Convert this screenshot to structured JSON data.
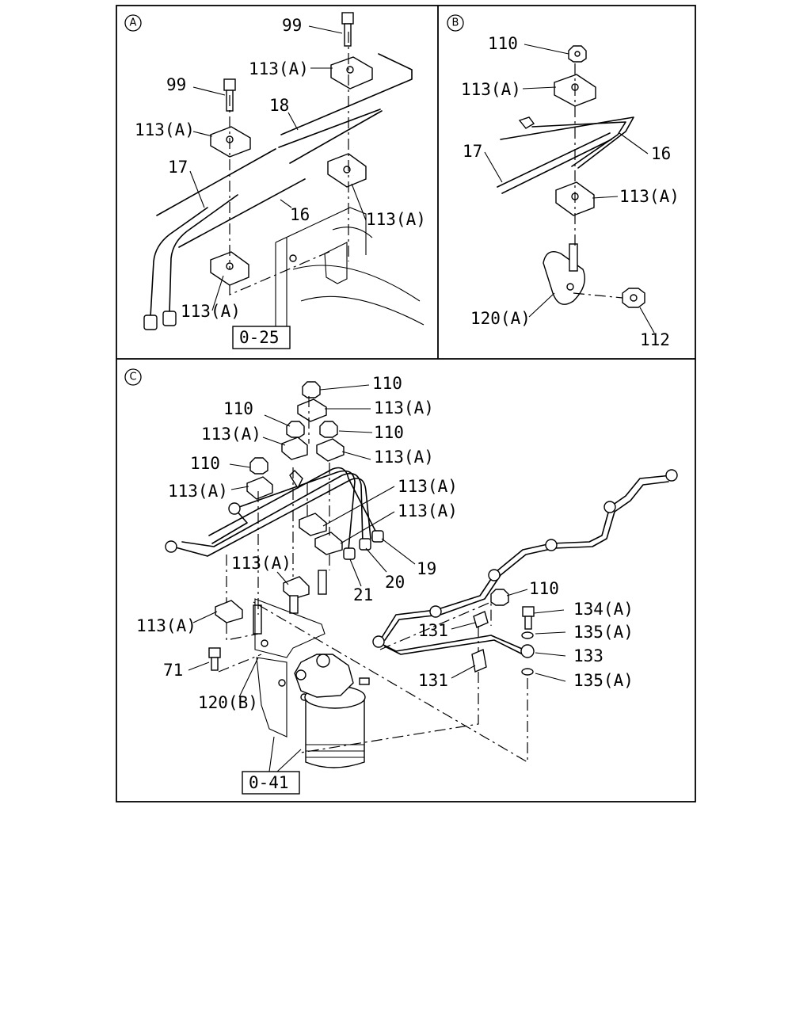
{
  "sections": [
    {
      "id": "A",
      "letter": "A"
    },
    {
      "id": "B",
      "letter": "B"
    },
    {
      "id": "C",
      "letter": "C"
    }
  ],
  "refs": {
    "a": "0-25",
    "c": "0-41"
  },
  "labels": {
    "a": [
      {
        "text": "99"
      },
      {
        "text": "113(A)"
      },
      {
        "text": "99"
      },
      {
        "text": "18"
      },
      {
        "text": "113(A)"
      },
      {
        "text": "17"
      },
      {
        "text": "16"
      },
      {
        "text": "113(A)"
      },
      {
        "text": "113(A)"
      }
    ],
    "b": [
      {
        "text": "110"
      },
      {
        "text": "113(A)"
      },
      {
        "text": "17"
      },
      {
        "text": "16"
      },
      {
        "text": "113(A)"
      },
      {
        "text": "120(A)"
      },
      {
        "text": "112"
      }
    ],
    "c": [
      {
        "text": "110"
      },
      {
        "text": "110"
      },
      {
        "text": "113(A)"
      },
      {
        "text": "113(A)"
      },
      {
        "text": "110"
      },
      {
        "text": "113(A)"
      },
      {
        "text": "110"
      },
      {
        "text": "113(A)"
      },
      {
        "text": "113(A)"
      },
      {
        "text": "113(A)"
      },
      {
        "text": "113(A)"
      },
      {
        "text": "19"
      },
      {
        "text": "20"
      },
      {
        "text": "21"
      },
      {
        "text": "113(A)"
      },
      {
        "text": "110"
      },
      {
        "text": "134(A)"
      },
      {
        "text": "135(A)"
      },
      {
        "text": "131"
      },
      {
        "text": "133"
      },
      {
        "text": "71"
      },
      {
        "text": "131"
      },
      {
        "text": "135(A)"
      },
      {
        "text": "120(B)"
      }
    ]
  }
}
